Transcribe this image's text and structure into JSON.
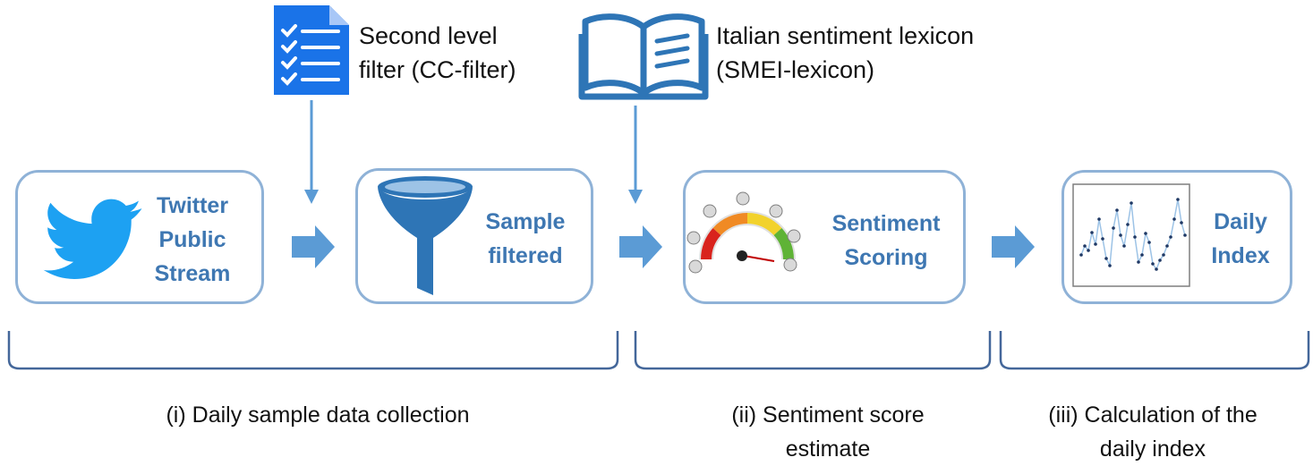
{
  "inputs": {
    "filter_label": "Second level\nfilter (CC-filter)",
    "lexicon_label": "Italian sentiment lexicon\n(SMEI-lexicon)"
  },
  "stages": [
    {
      "label": "Twitter\nPublic\nStream",
      "icon": "twitter-bird-icon"
    },
    {
      "label": "Sample\nfiltered",
      "icon": "funnel-icon"
    },
    {
      "label": "Sentiment\nScoring",
      "icon": "sentiment-gauge-icon"
    },
    {
      "label": "Daily\nIndex",
      "icon": "line-chart-icon"
    }
  ],
  "phases": [
    {
      "label": "(i) Daily sample data collection"
    },
    {
      "label": "(ii) Sentiment score\nestimate"
    },
    {
      "label": "(iii) Calculation of the\ndaily index"
    }
  ],
  "colors": {
    "stage_border": "#8fb2d7",
    "stage_text": "#3e77b2",
    "arrow": "#5b9bd5",
    "twitter": "#1da1f2",
    "document": "#1a73e8",
    "bracket": "#44679a"
  }
}
